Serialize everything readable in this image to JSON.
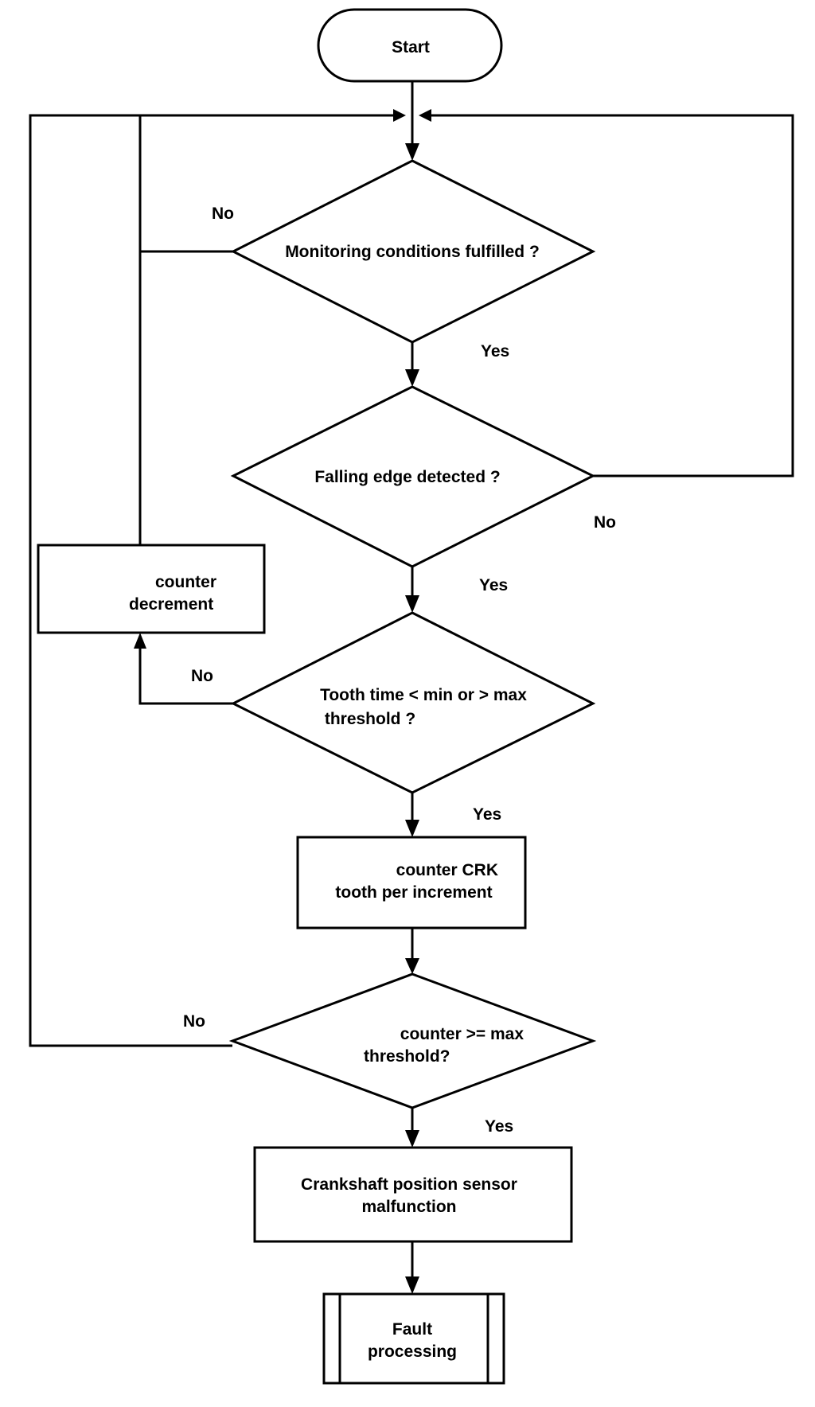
{
  "diagram": {
    "type": "flowchart",
    "nodes": {
      "start": "Start",
      "monitoring": "Monitoring conditions fulfilled ?",
      "falling_edge": "Falling edge detected ?",
      "tooth_time_line1": "Tooth time < min or > max",
      "tooth_time_line2": "threshold ?",
      "decrement_line1": "counter",
      "decrement_line2": "decrement",
      "increment_line1": "counter CRK",
      "increment_line2": "tooth per increment",
      "threshold_check_line1": "counter >= max",
      "threshold_check_line2": "threshold?",
      "malfunction_line1": "Crankshaft position sensor",
      "malfunction_line2": "malfunction",
      "fault_line1": "Fault",
      "fault_line2": "processing"
    },
    "edge_labels": {
      "monitoring_no": "No",
      "monitoring_yes": "Yes",
      "falling_edge_no": "No",
      "falling_edge_yes": "Yes",
      "tooth_time_no": "No",
      "tooth_time_yes": "Yes",
      "threshold_no": "No",
      "threshold_yes": "Yes"
    }
  }
}
